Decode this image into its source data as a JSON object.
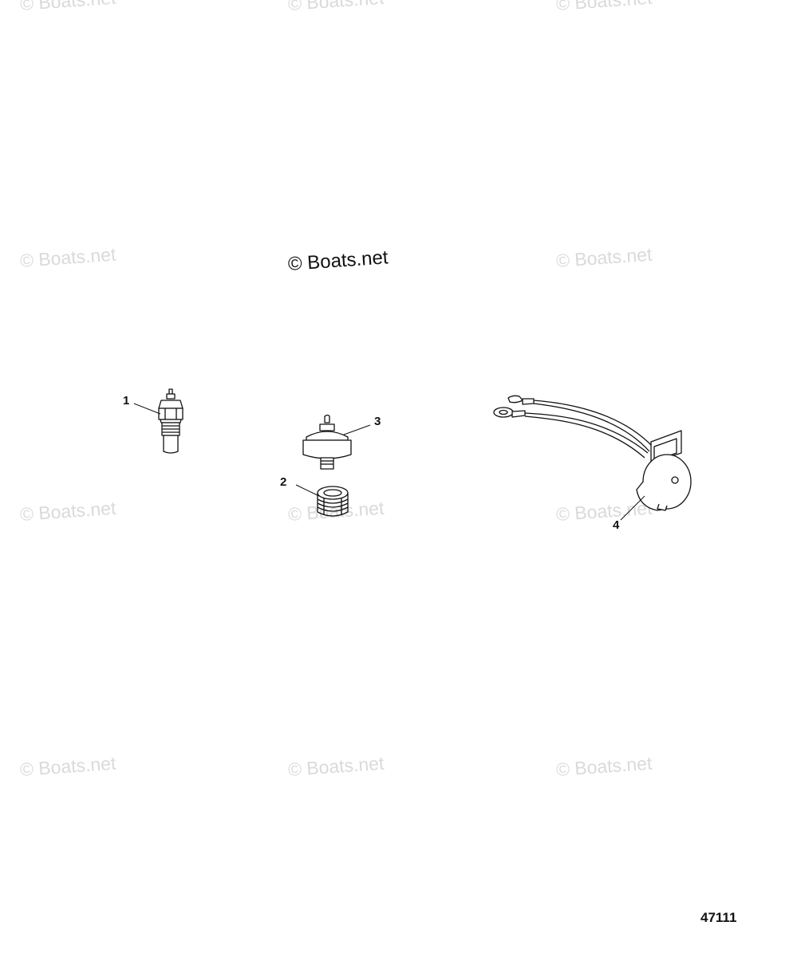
{
  "watermark": "© Boats.net",
  "callouts": [
    "1",
    "2",
    "3",
    "4"
  ],
  "figure_number": "47111",
  "parts": [
    {
      "callout": "1",
      "icon": "temperature-sender-icon"
    },
    {
      "callout": "2",
      "icon": "adapter-fitting-icon"
    },
    {
      "callout": "3",
      "icon": "oil-pressure-switch-icon"
    },
    {
      "callout": "4",
      "icon": "buzzer-harness-icon"
    }
  ]
}
